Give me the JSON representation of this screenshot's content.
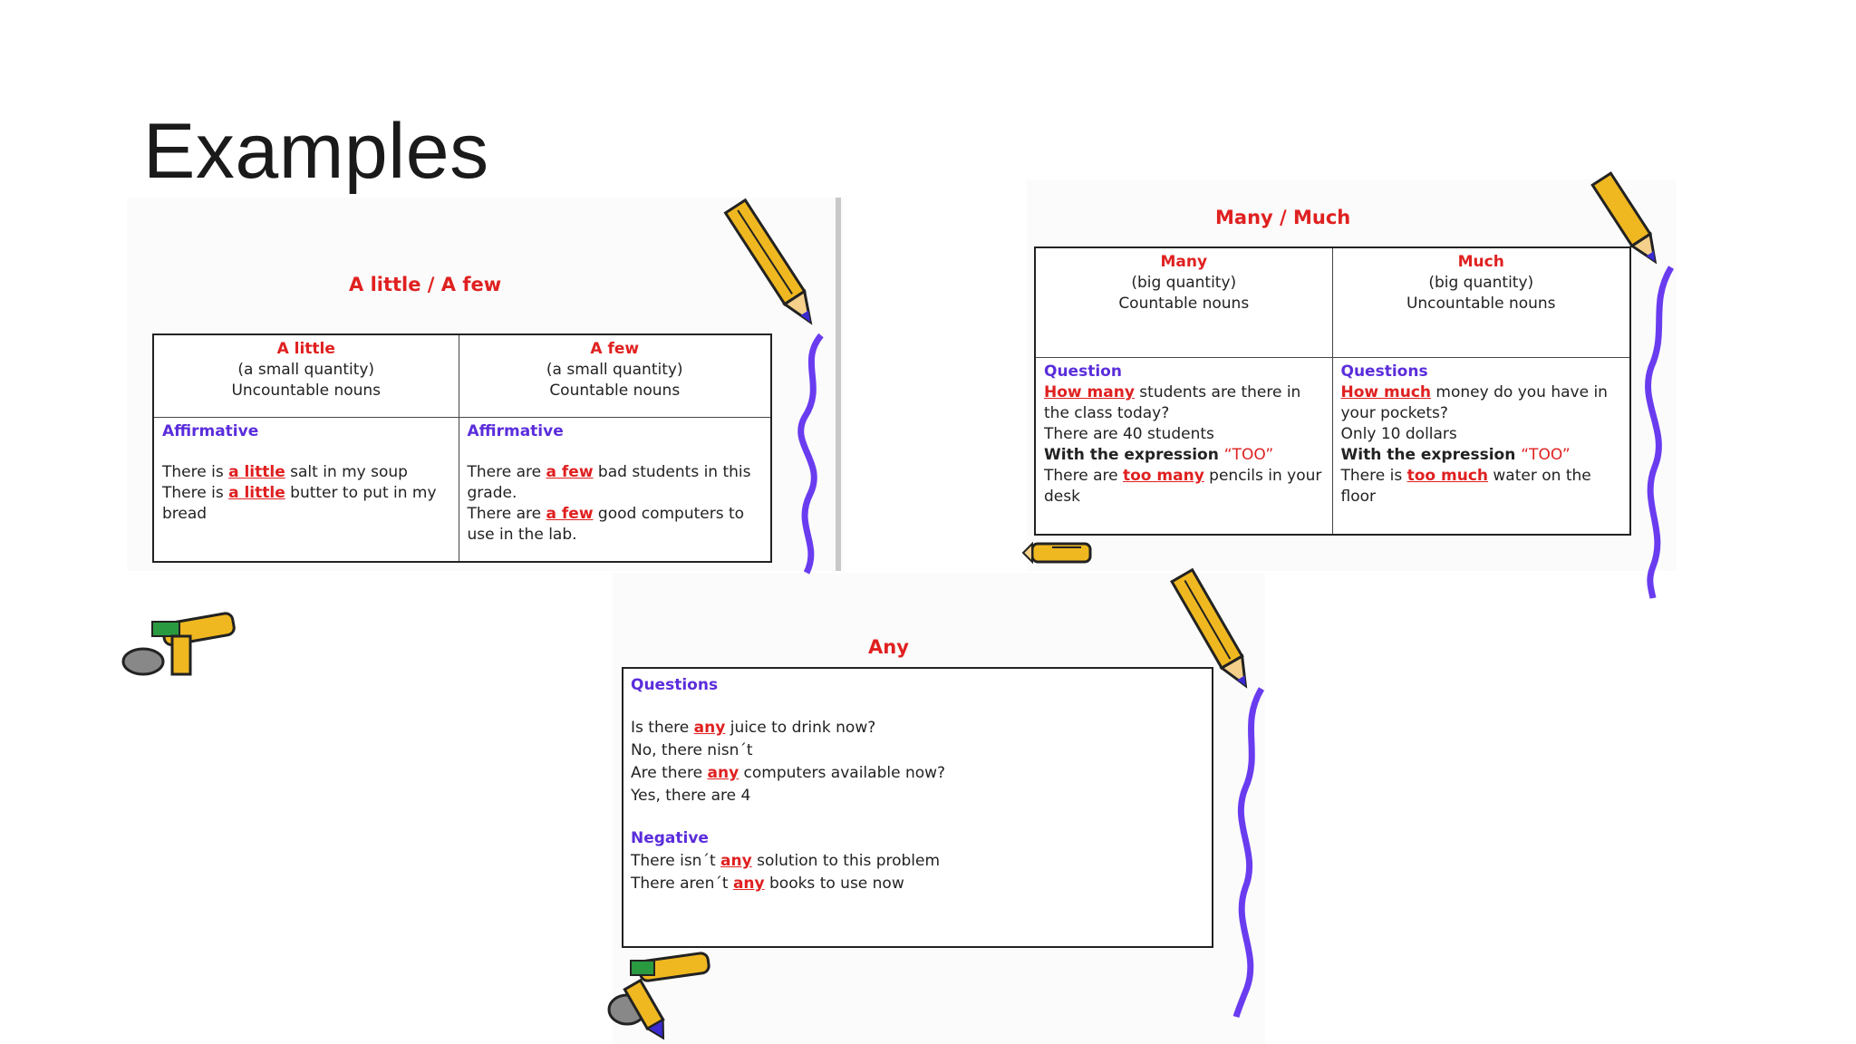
{
  "slide": {
    "title": "Examples"
  },
  "panel_a_little_a_few": {
    "title": "A little / A few",
    "columns": [
      {
        "name": "A little",
        "meaning": "(a small quantity)",
        "noun_type": "Uncountable nouns",
        "section": "Affirmative",
        "line1_pre": "There is ",
        "line1_kw": "a little",
        "line1_post": " salt in my soup",
        "line2_pre": "There is ",
        "line2_kw": "a little",
        "line2_post": " butter to put in my bread"
      },
      {
        "name": "A few",
        "meaning": "(a small quantity)",
        "noun_type": "Countable nouns",
        "section": "Affirmative",
        "line1_pre": "There are ",
        "line1_kw": "a few",
        "line1_post": " bad students in this grade.",
        "line2_pre": "There are ",
        "line2_kw": "a few",
        "line2_post": " good computers to use in the lab."
      }
    ]
  },
  "panel_many_much": {
    "title": "Many / Much",
    "columns": [
      {
        "name": "Many",
        "meaning": "(big quantity)",
        "noun_type": "Countable nouns",
        "section": "Question",
        "q_kw": "How many",
        "q_post": " students are there in the class today?",
        "answer": "There are 40 students",
        "expr_label": "With the expression ",
        "expr_kw": "“TOO”",
        "ex_pre": "There are ",
        "ex_kw": "too many",
        "ex_post": " pencils in your desk"
      },
      {
        "name": "Much",
        "meaning": "(big quantity)",
        "noun_type": "Uncountable nouns",
        "section": "Questions",
        "q_kw": "How much",
        "q_post": " money do you have in your pockets?",
        "answer": "Only 10 dollars",
        "expr_label": "With the expression ",
        "expr_kw": "“TOO”",
        "ex_pre": "There is ",
        "ex_kw": "too much",
        "ex_post": " water on the floor"
      }
    ]
  },
  "panel_any": {
    "title": "Any",
    "questions_label": "Questions",
    "q1_pre": "Is there ",
    "q1_kw": "any",
    "q1_post": " juice to drink now?",
    "a1": "No, there nisn´t",
    "q2_pre": "Are there ",
    "q2_kw": "any",
    "q2_post": " computers available now?",
    "a2": "Yes, there are 4",
    "negative_label": "Negative",
    "n1_pre": "There isn´t ",
    "n1_kw": "any",
    "n1_post": " solution to this problem",
    "n2_pre": "There aren´t ",
    "n2_kw": "any",
    "n2_post": " books to use now"
  },
  "decor": {
    "pencil_icon": "pencil-icon",
    "squiggle_color": "#6a3cf0",
    "pencil_color": "#f0b820",
    "accent_red": "#e02020",
    "label_blue": "#5a2ddb"
  }
}
